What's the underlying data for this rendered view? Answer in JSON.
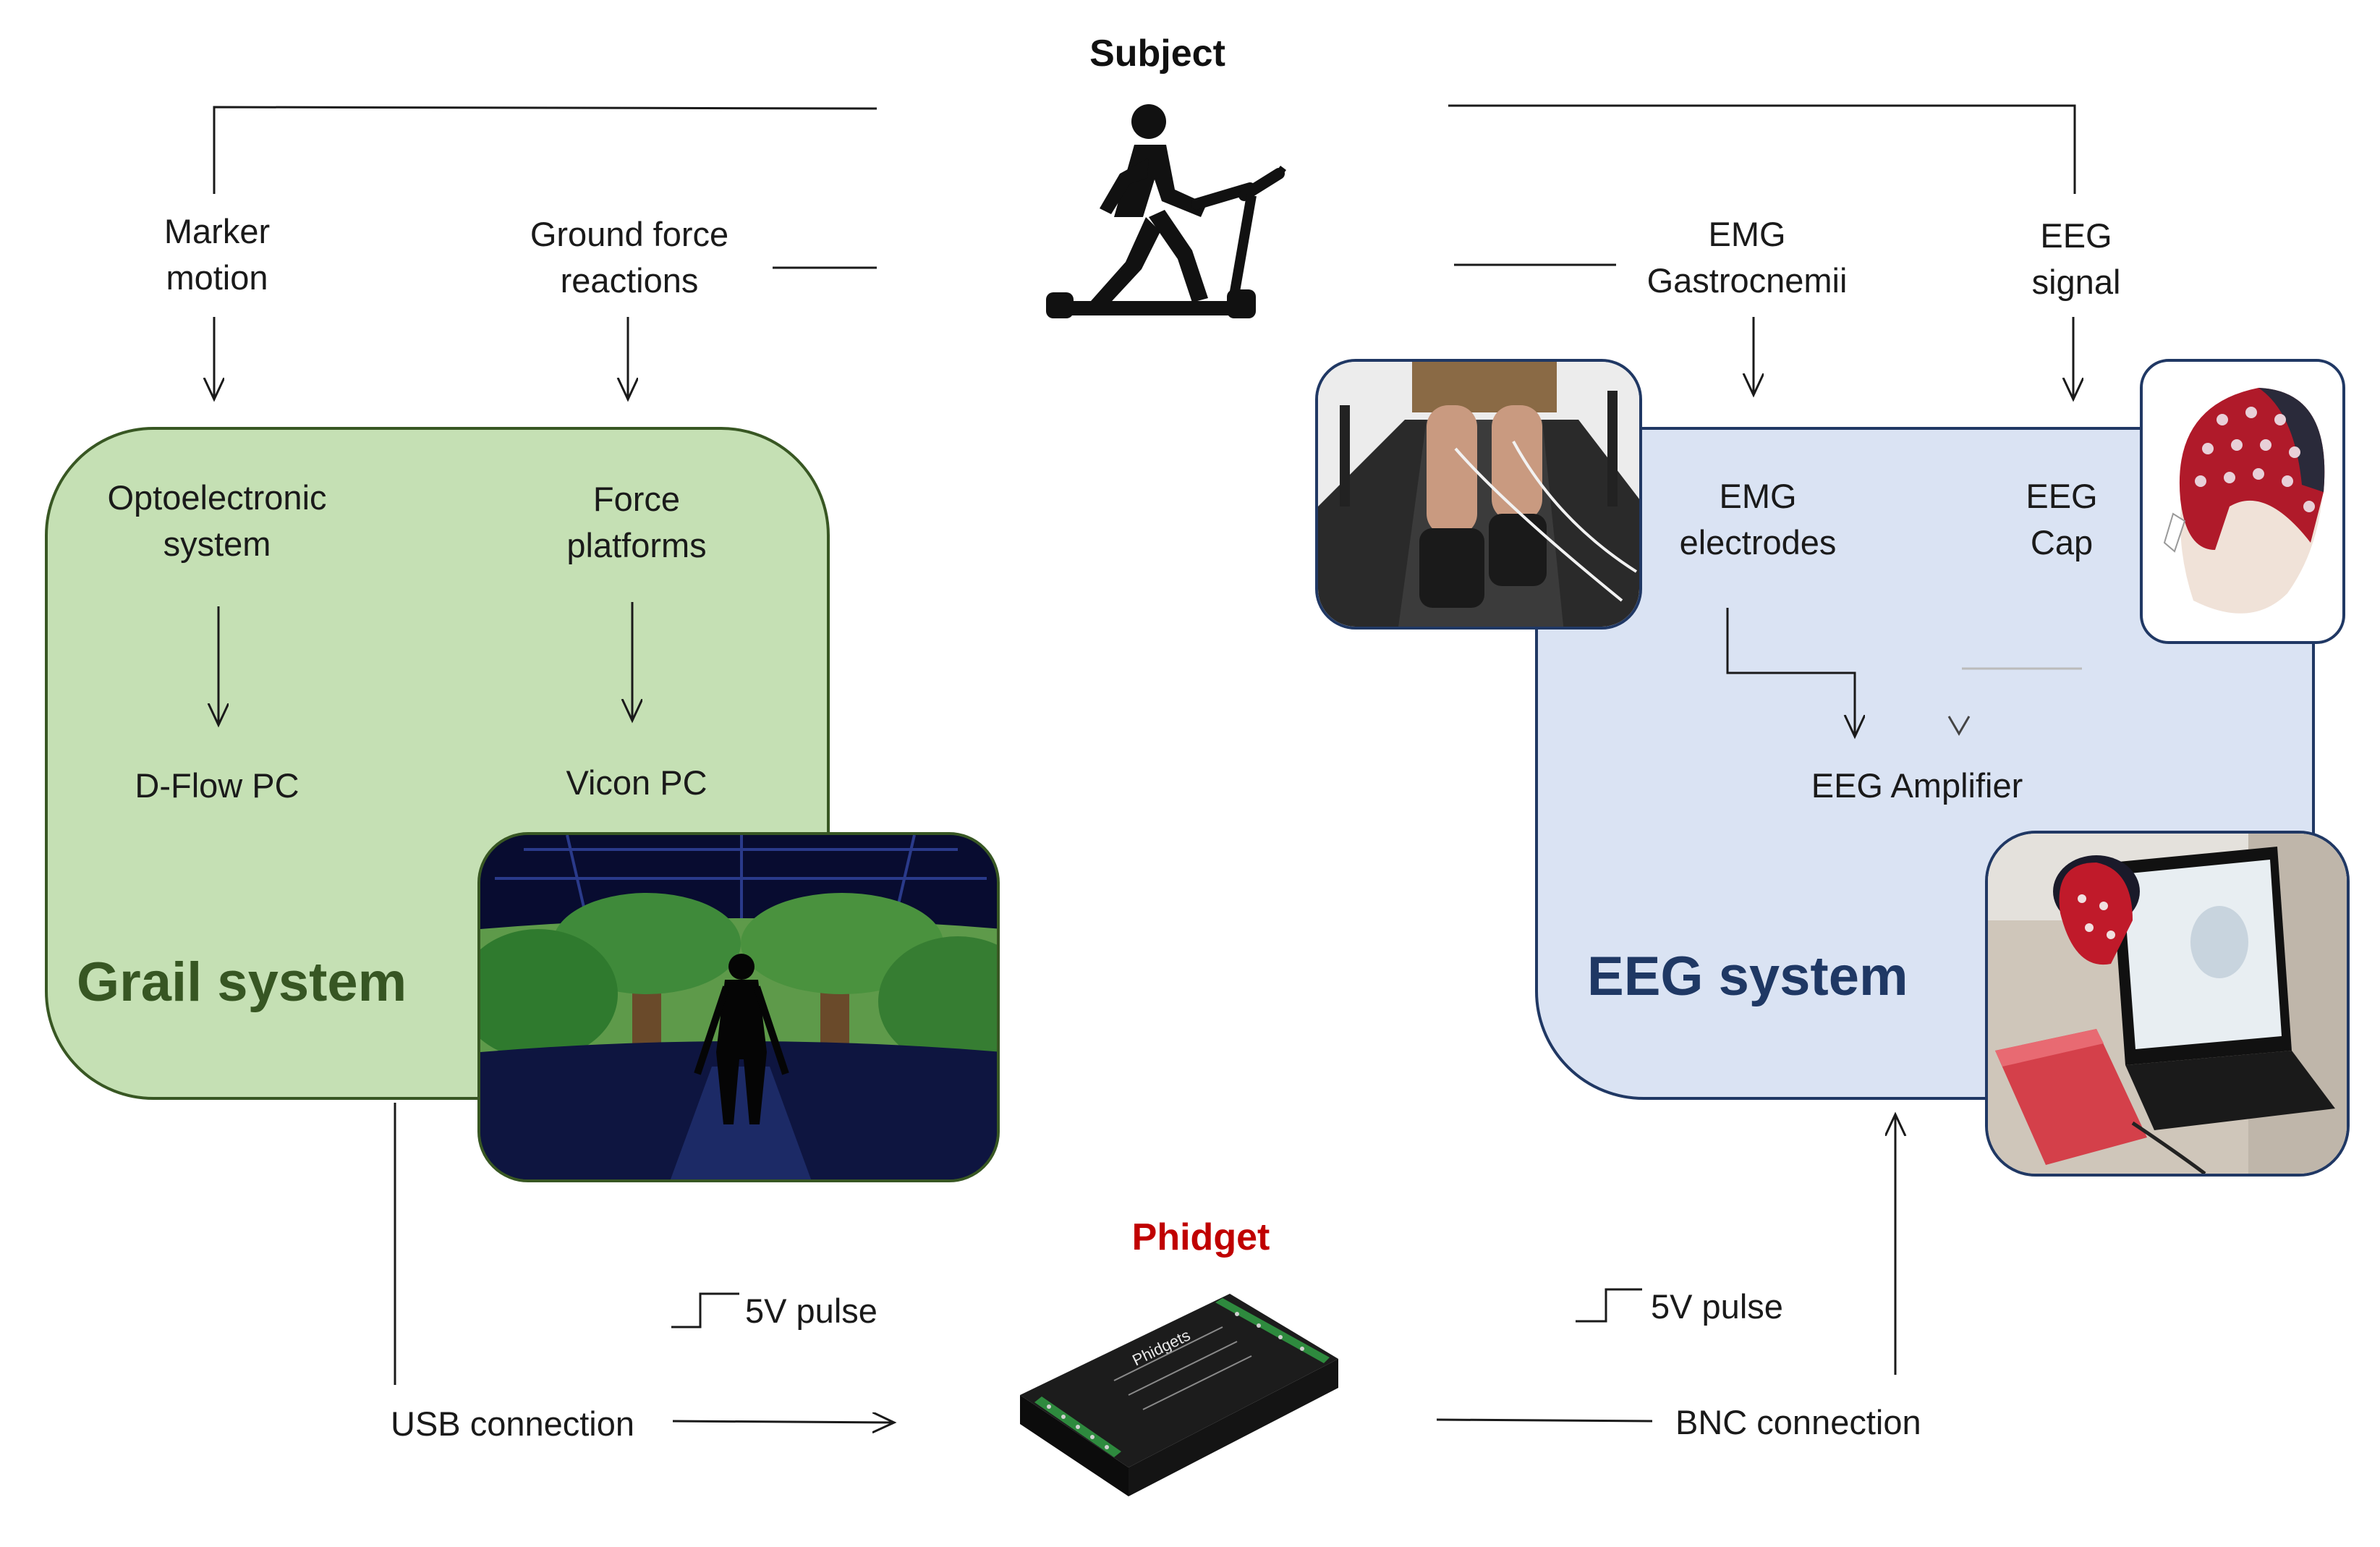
{
  "subject": {
    "title": "Subject"
  },
  "inputs": {
    "marker_motion": "Marker\nmotion",
    "ground_force": "Ground force\nreactions",
    "emg_gastrocnemii": "EMG\nGastrocnemii",
    "eeg_signal": "EEG\nsignal"
  },
  "grail": {
    "title": "Grail system",
    "optoelectronic": "Optoelectronic\nsystem",
    "force_platforms": "Force\nplatforms",
    "dflow_pc": "D-Flow PC",
    "vicon_pc": "Vicon PC"
  },
  "eeg": {
    "title": "EEG system",
    "emg_electrodes": "EMG\nelectrodes",
    "eeg_cap": "EEG\nCap",
    "amplifier": "EEG Amplifier"
  },
  "phidget": {
    "title": "Phidget",
    "usb_connection": "USB connection",
    "bnc_connection": "BNC connection",
    "pulse_left": "5V pulse",
    "pulse_right": "5V pulse",
    "board_label": "Phidgets"
  },
  "colors": {
    "grail_fill": "#c5e0b4",
    "grail_border": "#385723",
    "grail_title": "#375623",
    "eeg_fill": "#dae3f3",
    "eeg_border": "#203864",
    "eeg_title": "#1f3864",
    "phidget_title": "#c00000",
    "line": "#1a1a1a"
  },
  "icons": [
    "treadmill-walker-icon",
    "pulse-step-icon",
    "phidget-board-icon"
  ]
}
